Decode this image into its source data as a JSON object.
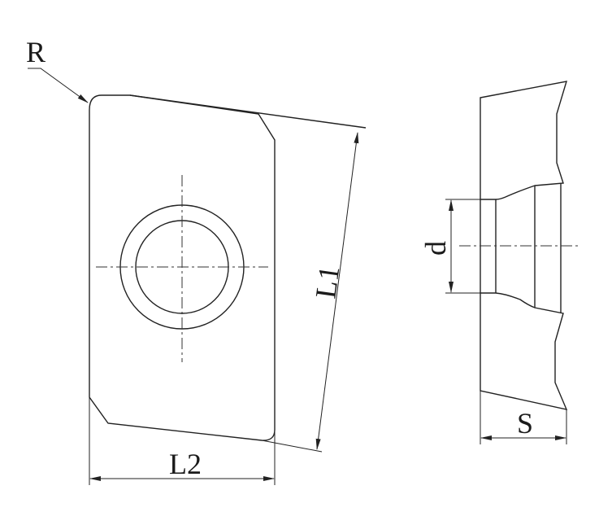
{
  "labels": {
    "radius": "R",
    "length1": "L1",
    "length2": "L2",
    "hole_diameter": "d",
    "thickness": "S"
  },
  "colors": {
    "line": "#222222",
    "background": "#ffffff"
  }
}
